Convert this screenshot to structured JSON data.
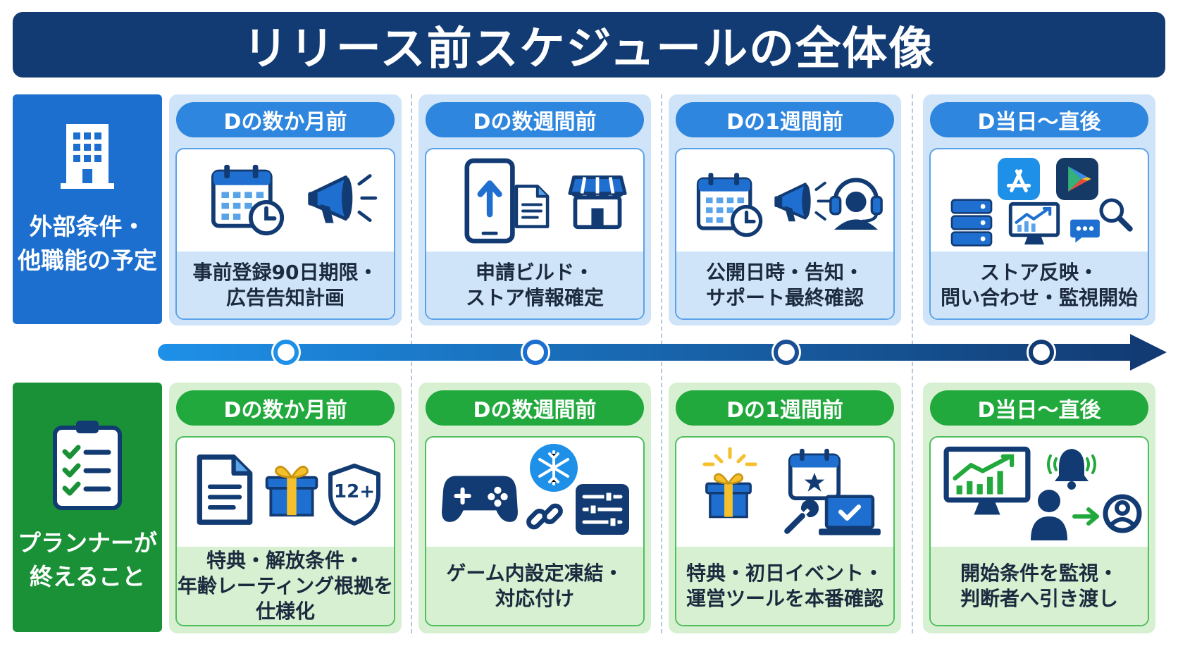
{
  "title": "リリース前スケジュールの全体像",
  "colors": {
    "title_bg": "#123b73",
    "external_blue": "#1c6fce",
    "planner_green": "#1a9136",
    "timeline_start": "#1e90e8",
    "timeline_end": "#123b73"
  },
  "external_row": {
    "label": "外部条件・\n他職能の予定",
    "icon": "building-icon",
    "columns": [
      {
        "period": "Dの数か月前",
        "description": "事前登録90日期限・\n広告告知計画",
        "icons": [
          "calendar-clock-icon",
          "megaphone-icon"
        ]
      },
      {
        "period": "Dの数週間前",
        "description": "申請ビルド・\nストア情報確定",
        "icons": [
          "phone-upload-icon",
          "document-icon",
          "store-icon"
        ]
      },
      {
        "period": "Dの1週間前",
        "description": "公開日時・告知・\nサポート最終確認",
        "icons": [
          "calendar-clock-icon",
          "megaphone-icon",
          "headset-icon"
        ]
      },
      {
        "period": "D当日〜直後",
        "description": "ストア反映・\n問い合わせ・監視開始",
        "icons": [
          "app-store-icon",
          "play-store-icon",
          "server-icon",
          "monitor-chart-icon",
          "chat-icon",
          "magnifier-icon"
        ]
      }
    ]
  },
  "planner_row": {
    "label": "プランナーが\n終えること",
    "icon": "checklist-icon",
    "columns": [
      {
        "period": "Dの数か月前",
        "description": "特典・解放条件・\n年齢レーティング根拠を\n仕様化",
        "icons": [
          "document-icon",
          "gift-icon",
          "age-rating-shield-icon"
        ],
        "rating_text": "12+"
      },
      {
        "period": "Dの数週間前",
        "description": "ゲーム内設定凍結・\n対応付け",
        "icons": [
          "gamepad-icon",
          "snowflake-icon",
          "link-icon",
          "sliders-icon"
        ]
      },
      {
        "period": "Dの1週間前",
        "description": "特典・初日イベント・\n運営ツールを本番確認",
        "icons": [
          "gift-icon",
          "calendar-star-icon",
          "wrench-icon",
          "laptop-check-icon"
        ]
      },
      {
        "period": "D当日〜直後",
        "description": "開始条件を監視・\n判断者へ引き渡し",
        "icons": [
          "monitor-chart-icon",
          "bell-icon",
          "handoff-icon"
        ]
      }
    ]
  }
}
